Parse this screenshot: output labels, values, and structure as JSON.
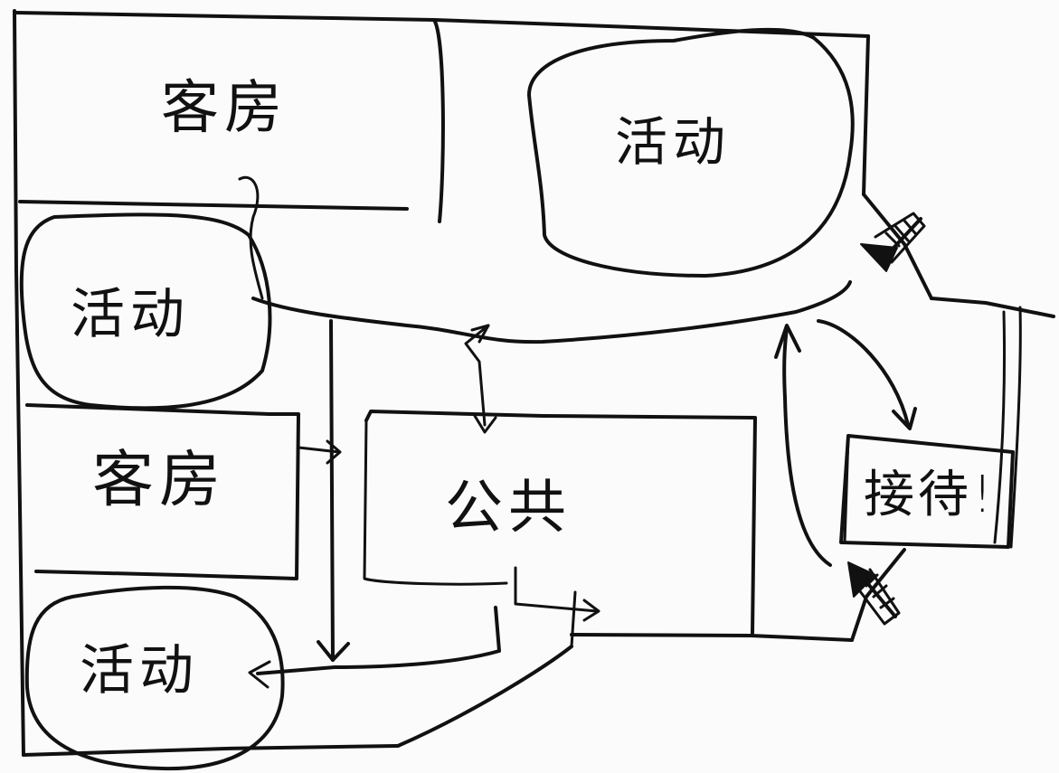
{
  "rooms": {
    "guest_room_top": "客房",
    "activity_top_right": "活动",
    "activity_left": "活动",
    "guest_room_middle": "客房",
    "public_area": "公共",
    "activity_bottom_left": "活动",
    "reception": "接待"
  },
  "marks": {
    "reception_exclamation": "!"
  },
  "colors": {
    "paper": "#fbfbfb",
    "ink": "#111111"
  }
}
